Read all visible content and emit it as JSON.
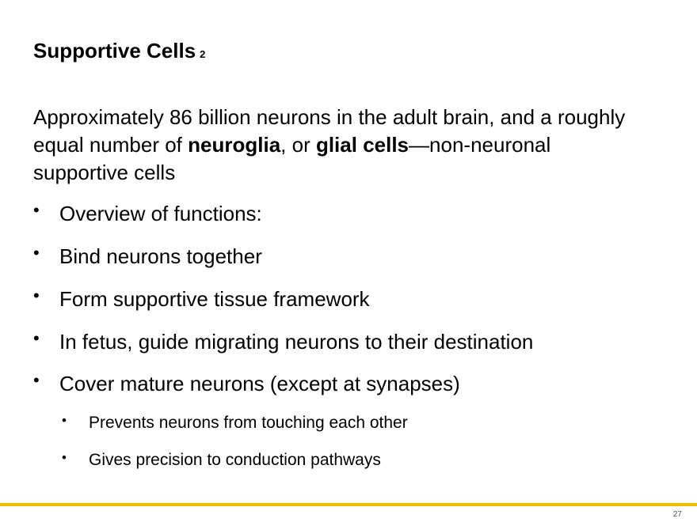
{
  "slide": {
    "title": "Supportive Cells",
    "title_suffix": "2",
    "intro": {
      "part1": "Approximately 86 billion neurons in the adult brain, and a roughly equal number of ",
      "bold1": "neuroglia",
      "part2": ", or ",
      "bold2": "glial cells",
      "part3": "—non-neuronal supportive cells"
    },
    "bullets": [
      "Overview of functions:",
      "Bind neurons together",
      "Form supportive tissue framework",
      "In fetus, guide migrating neurons to their destination",
      "Cover mature neurons (except at synapses)"
    ],
    "sub_bullets": [
      "Prevents neurons from touching each other",
      "Gives precision to conduction pathways"
    ],
    "bullet_glyph": "•",
    "page_number": "27",
    "accent_color": "#f5b800"
  }
}
